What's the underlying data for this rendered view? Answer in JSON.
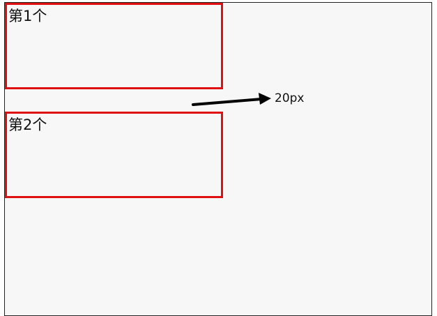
{
  "boxes": [
    {
      "label": "第1个"
    },
    {
      "label": "第2个"
    }
  ],
  "annotation": {
    "text": "20px"
  },
  "colors": {
    "box_border": "#e01010",
    "background": "#f7f7f7",
    "arrow": "#000000"
  }
}
